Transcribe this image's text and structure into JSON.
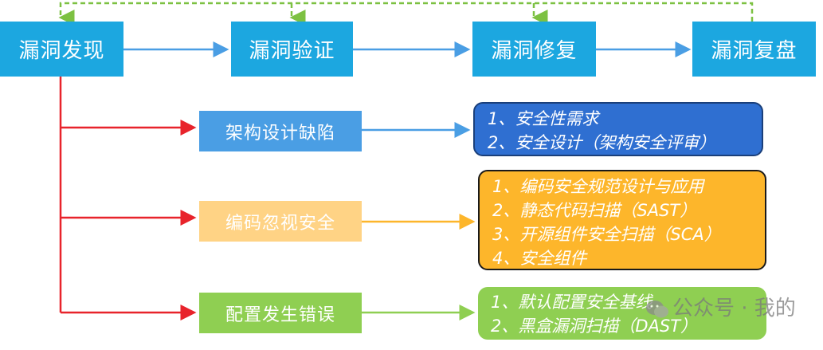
{
  "stages": [
    {
      "label": "漏洞发现"
    },
    {
      "label": "漏洞验证"
    },
    {
      "label": "漏洞修复"
    },
    {
      "label": "漏洞复盘"
    }
  ],
  "categories": [
    {
      "label": "架构设计缺陷",
      "color": "#4a9ee4"
    },
    {
      "label": "编码忽视安全",
      "color": "#ffd385"
    },
    {
      "label": "配置发生错误",
      "color": "#8fcf52"
    }
  ],
  "details": [
    {
      "items": [
        "1、安全性需求",
        "2、安全设计（架构安全评审）"
      ],
      "fill": "#2f6fd1",
      "border": "#1a3f7a"
    },
    {
      "items": [
        "1、编码安全规范设计与应用",
        "2、静态代码扫描（SAST）",
        "3、开源组件安全扫描（SCA）",
        "4、安全组件"
      ],
      "fill": "#fdb62b",
      "border": "#1a1a1a"
    },
    {
      "items": [
        "1、默认配置安全基线",
        "2、黑盒漏洞扫描（DAST）"
      ],
      "fill": "#8fcf52",
      "border": "#8fcf52"
    }
  ],
  "colors": {
    "stage": "#1ca7e0",
    "flow_arrow": "#4a9ee4",
    "branch_arrow": "#e8232b",
    "feedback_dash": "#7dc142"
  },
  "watermark": {
    "text": "公众号 · 我的",
    "icon": "wechat-icon"
  }
}
